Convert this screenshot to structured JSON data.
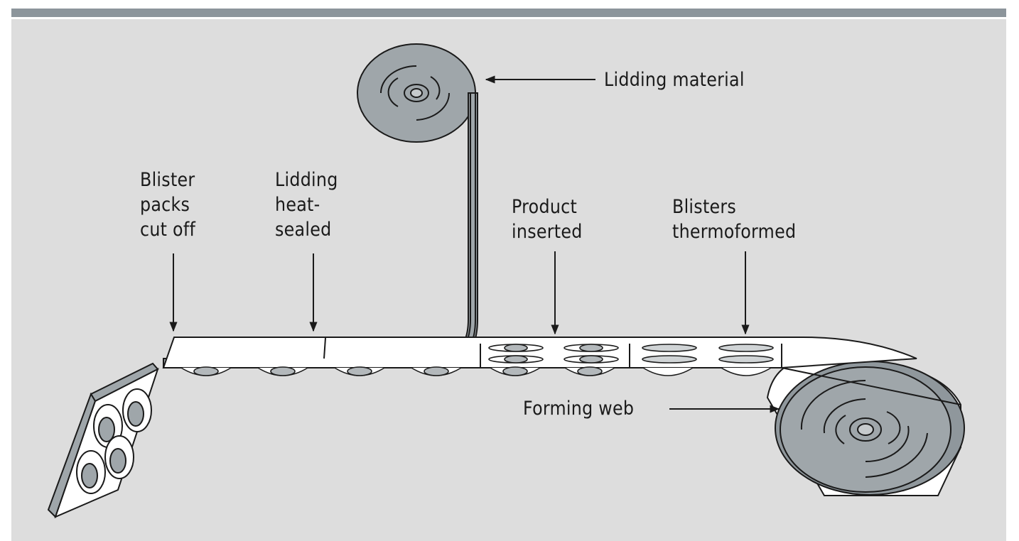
{
  "labels": {
    "lidding_material": "Lidding material",
    "blister_packs": [
      "Blister",
      "packs",
      "cut off"
    ],
    "lidding_heat_sealed": [
      "Lidding",
      "heat-",
      "sealed"
    ],
    "product_inserted": [
      "Product",
      "inserted"
    ],
    "blisters_thermoformed": [
      "Blisters",
      "thermoformed"
    ],
    "forming_web": "Forming web"
  },
  "colors": {
    "header_bar": "#8c959b",
    "background": "#dddddd",
    "roll_fill": "#9fa6aa",
    "web_fill": "#ffffff",
    "outline": "#1a1a1a",
    "cavity_fill": "#b3b8bb"
  }
}
